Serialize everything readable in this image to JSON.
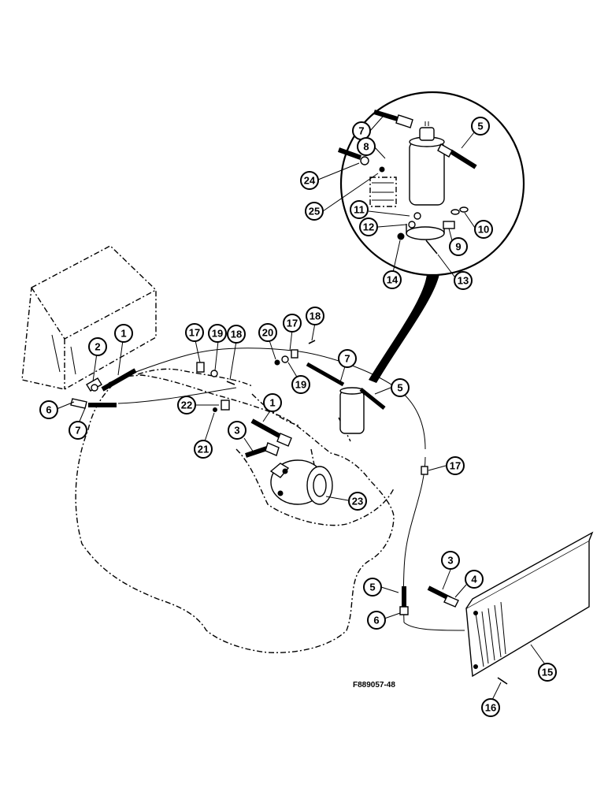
{
  "figure_code": "F889057-48",
  "callouts": [
    {
      "id": "c7-detail",
      "label": "7"
    },
    {
      "id": "c5-detail",
      "label": "5"
    },
    {
      "id": "c8",
      "label": "8"
    },
    {
      "id": "c24",
      "label": "24"
    },
    {
      "id": "c25",
      "label": "25"
    },
    {
      "id": "c11",
      "label": "11"
    },
    {
      "id": "c12",
      "label": "12"
    },
    {
      "id": "c10",
      "label": "10"
    },
    {
      "id": "c9",
      "label": "9"
    },
    {
      "id": "c14",
      "label": "14"
    },
    {
      "id": "c13",
      "label": "13"
    },
    {
      "id": "c1-top",
      "label": "1"
    },
    {
      "id": "c2",
      "label": "2"
    },
    {
      "id": "c6-left",
      "label": "6"
    },
    {
      "id": "c7-left",
      "label": "7"
    },
    {
      "id": "c17-a",
      "label": "17"
    },
    {
      "id": "c19-a",
      "label": "19"
    },
    {
      "id": "c18-a",
      "label": "18"
    },
    {
      "id": "c20",
      "label": "20"
    },
    {
      "id": "c17-b",
      "label": "17"
    },
    {
      "id": "c18-b",
      "label": "18"
    },
    {
      "id": "c19-b",
      "label": "19"
    },
    {
      "id": "c7-mid",
      "label": "7"
    },
    {
      "id": "c5-mid",
      "label": "5"
    },
    {
      "id": "c22",
      "label": "22"
    },
    {
      "id": "c21",
      "label": "21"
    },
    {
      "id": "c1-mid",
      "label": "1"
    },
    {
      "id": "c3-left",
      "label": "3"
    },
    {
      "id": "c17-c",
      "label": "17"
    },
    {
      "id": "c23",
      "label": "23"
    },
    {
      "id": "c3-right",
      "label": "3"
    },
    {
      "id": "c4",
      "label": "4"
    },
    {
      "id": "c5-bottom",
      "label": "5"
    },
    {
      "id": "c6-bottom",
      "label": "6"
    },
    {
      "id": "c15",
      "label": "15"
    },
    {
      "id": "c16",
      "label": "16"
    }
  ]
}
